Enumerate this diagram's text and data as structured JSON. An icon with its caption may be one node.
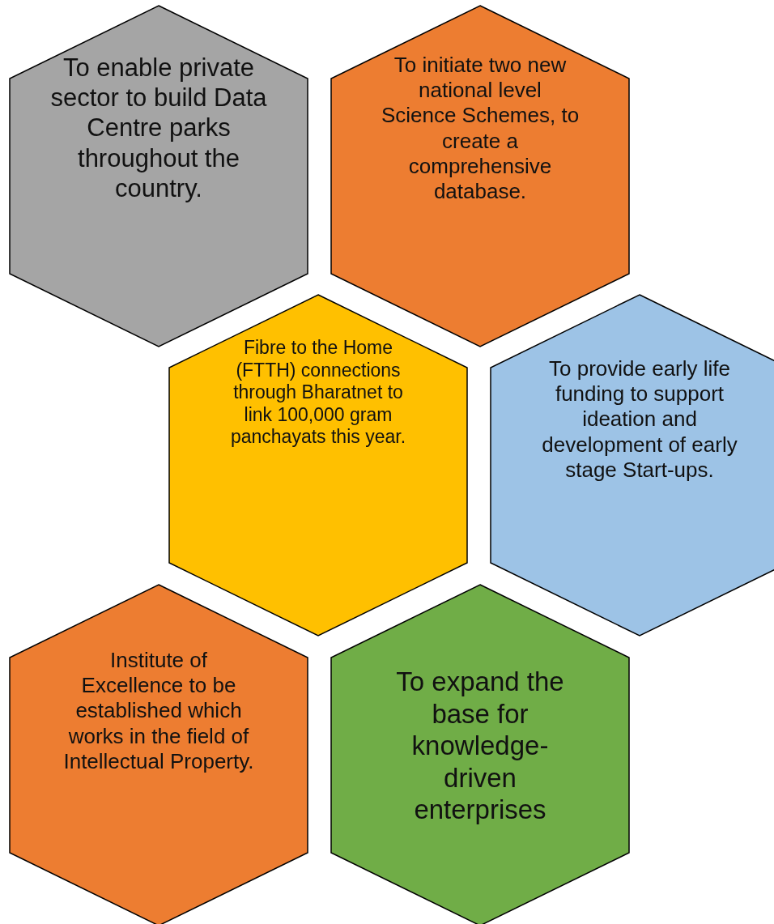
{
  "diagram": {
    "nodes": [
      {
        "text": [
          "To enable private sector to build Data Centre parks throughout the country."
        ]
      },
      {
        "text": [
          "To initiate two new national level Science Schemes, to create a comprehensive database."
        ]
      },
      {
        "text": [
          "Fibre to the Home (FTTH) connections through Bharatnet to link 100,000 gram panchayats this year."
        ]
      },
      {
        "text": [
          "To provide early life funding to support ideation and development of early stage Start-ups."
        ]
      },
      {
        "text": [
          "Institute of Excellence to be established which works in the field of Intellectual Property."
        ]
      },
      {
        "text": [
          "To expand the base for knowledge-driven enterprises"
        ]
      }
    ]
  }
}
